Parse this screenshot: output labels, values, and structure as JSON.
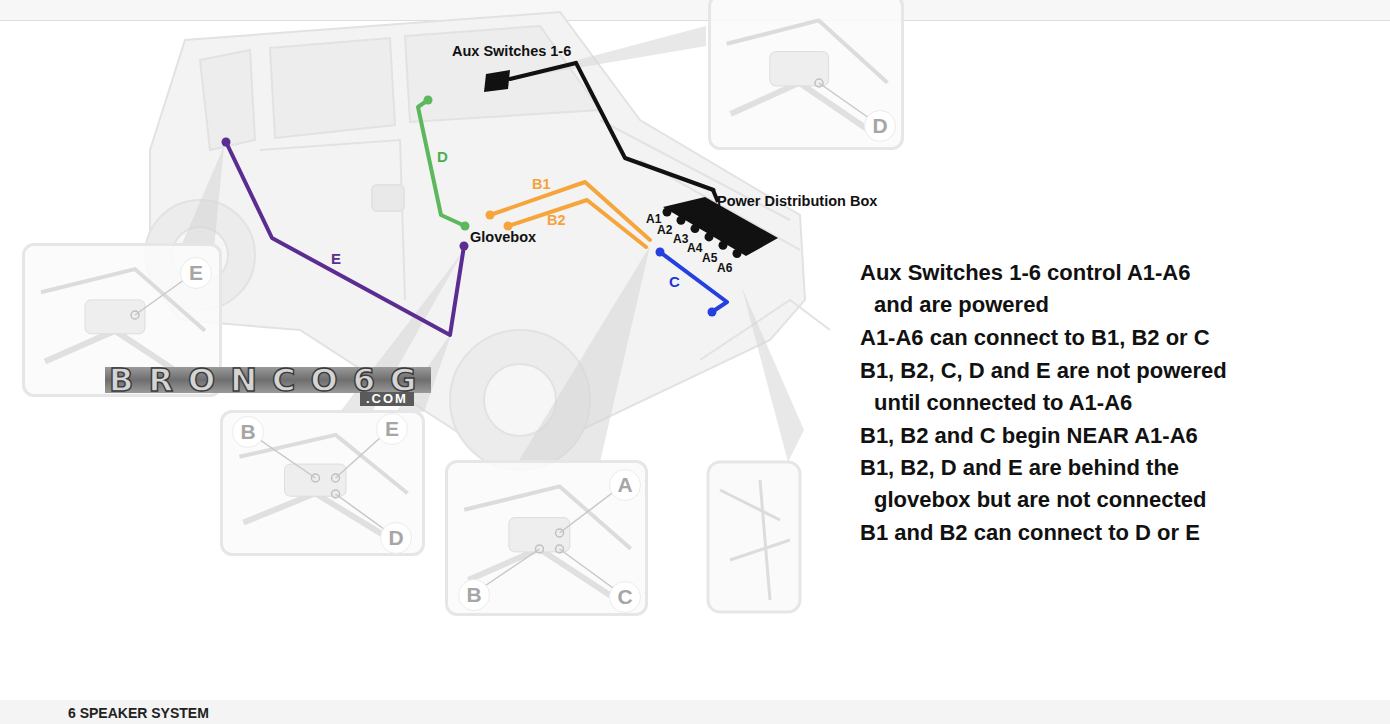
{
  "diagram": {
    "nodes": [
      {
        "text": [
          "Aux Switches 1-6"
        ]
      },
      {
        "text": [
          "D"
        ]
      },
      {
        "text": [
          "Power Distribution Box"
        ]
      },
      {
        "text": [
          "E"
        ]
      },
      {
        "text": [
          "B",
          "E",
          "D"
        ]
      },
      {
        "text": [
          "A",
          "B",
          "C"
        ]
      }
    ],
    "edges": [
      {
        "from": 0,
        "to": 2,
        "arrow": "none"
      }
    ],
    "labels": [
      "D",
      "Glovebox",
      "B1",
      "B2",
      "A1",
      "A2",
      "A3",
      "A4",
      "A5",
      "A6",
      "C",
      "E",
      "BRONCO6G",
      ".COM",
      "Aux Switches 1-6 control A1-A6 and are powered",
      "A1-A6 can connect to B1, B2 or C",
      "B1, B2, C, D and E are not powered until connected to A1-A6",
      "B1, B2 and C begin NEAR A1-A6",
      "B1, B2, D and E are behind the glovebox but are not connected",
      "B1 and B2 can connect to D or E",
      "6 SPEAKER SYSTEM"
    ]
  }
}
